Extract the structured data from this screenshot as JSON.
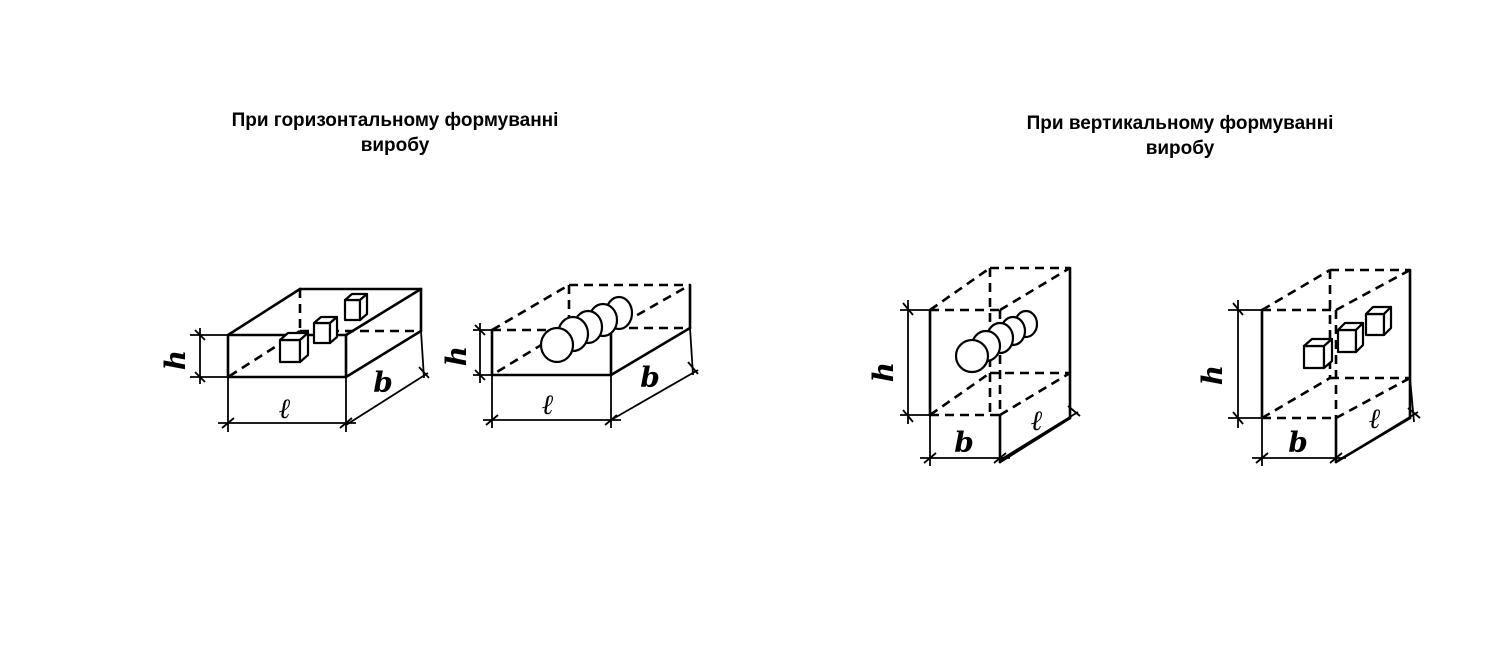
{
  "captions": {
    "horizontal": {
      "line1": "При горизонтальному формуванні",
      "line2": "виробу"
    },
    "vertical": {
      "line1": "При вертикальному формуванні",
      "line2": "виробу"
    }
  },
  "dimension_labels": {
    "height": "h",
    "length": "ℓ",
    "width": "b"
  }
}
